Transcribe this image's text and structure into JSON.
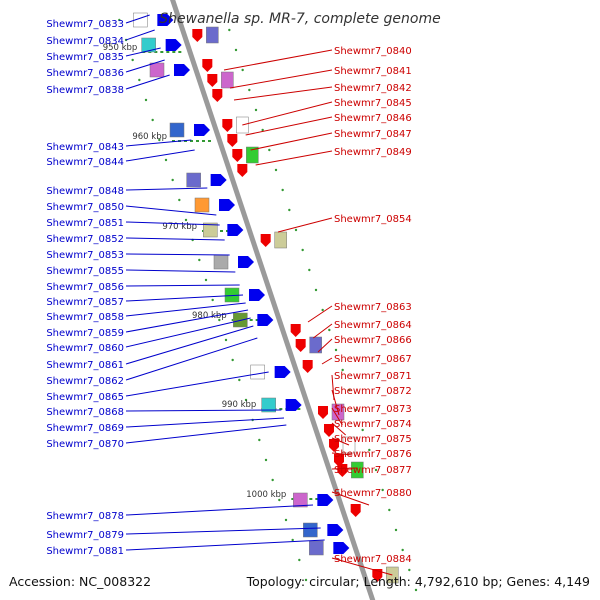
{
  "title": "Shewanella sp. MR-7, complete genome",
  "footer": {
    "accession": "Accession: NC_008322",
    "topology": "Topology: circular; Length: 4,792,610 bp; Genes: 4,149"
  },
  "colors": {
    "left_label": "#0000cc",
    "right_label": "#cc0000",
    "backbone": "#999999",
    "left_arrow": "#0000ee",
    "right_arrow": "#ee0000",
    "tick": "#339933"
  },
  "kbp_ticks": [
    "950 kbp",
    "960 kbp",
    "970 kbp",
    "980 kbp",
    "990 kbp",
    "1000 kbp"
  ],
  "left_genes": [
    "Shewmr7_0833",
    "Shewmr7_0834",
    "Shewmr7_0835",
    "Shewmr7_0836",
    "Shewmr7_0838",
    "Shewmr7_0843",
    "Shewmr7_0844",
    "Shewmr7_0848",
    "Shewmr7_0850",
    "Shewmr7_0851",
    "Shewmr7_0852",
    "Shewmr7_0853",
    "Shewmr7_0855",
    "Shewmr7_0856",
    "Shewmr7_0857",
    "Shewmr7_0858",
    "Shewmr7_0859",
    "Shewmr7_0860",
    "Shewmr7_0861",
    "Shewmr7_0862",
    "Shewmr7_0865",
    "Shewmr7_0868",
    "Shewmr7_0869",
    "Shewmr7_0870",
    "Shewmr7_0878",
    "Shewmr7_0879",
    "Shewmr7_0881"
  ],
  "right_genes": [
    "Shewmr7_0840",
    "Shewmr7_0841",
    "Shewmr7_0842",
    "Shewmr7_0845",
    "Shewmr7_0846",
    "Shewmr7_0847",
    "Shewmr7_0849",
    "Shewmr7_0854",
    "Shewmr7_0863",
    "Shewmr7_0864",
    "Shewmr7_0866",
    "Shewmr7_0867",
    "Shewmr7_0871",
    "Shewmr7_0872",
    "Shewmr7_0873",
    "Shewmr7_0874",
    "Shewmr7_0875",
    "Shewmr7_0876",
    "Shewmr7_0877",
    "Shewmr7_0880",
    "Shewmr7_0884"
  ]
}
